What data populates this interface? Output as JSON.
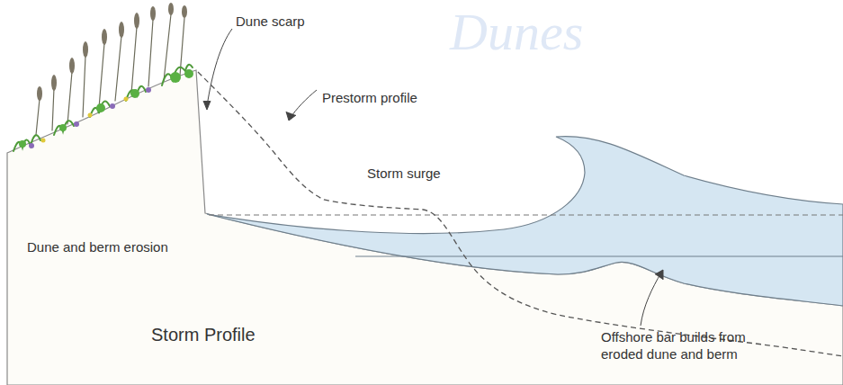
{
  "diagram": {
    "labels": [
      "Dunes",
      "Dune scarp",
      "Prestorm profile",
      "Storm surge",
      "Dune and berm erosion",
      "Storm Profile",
      "Offshore bar builds from eroded dune and berm"
    ]
  }
}
